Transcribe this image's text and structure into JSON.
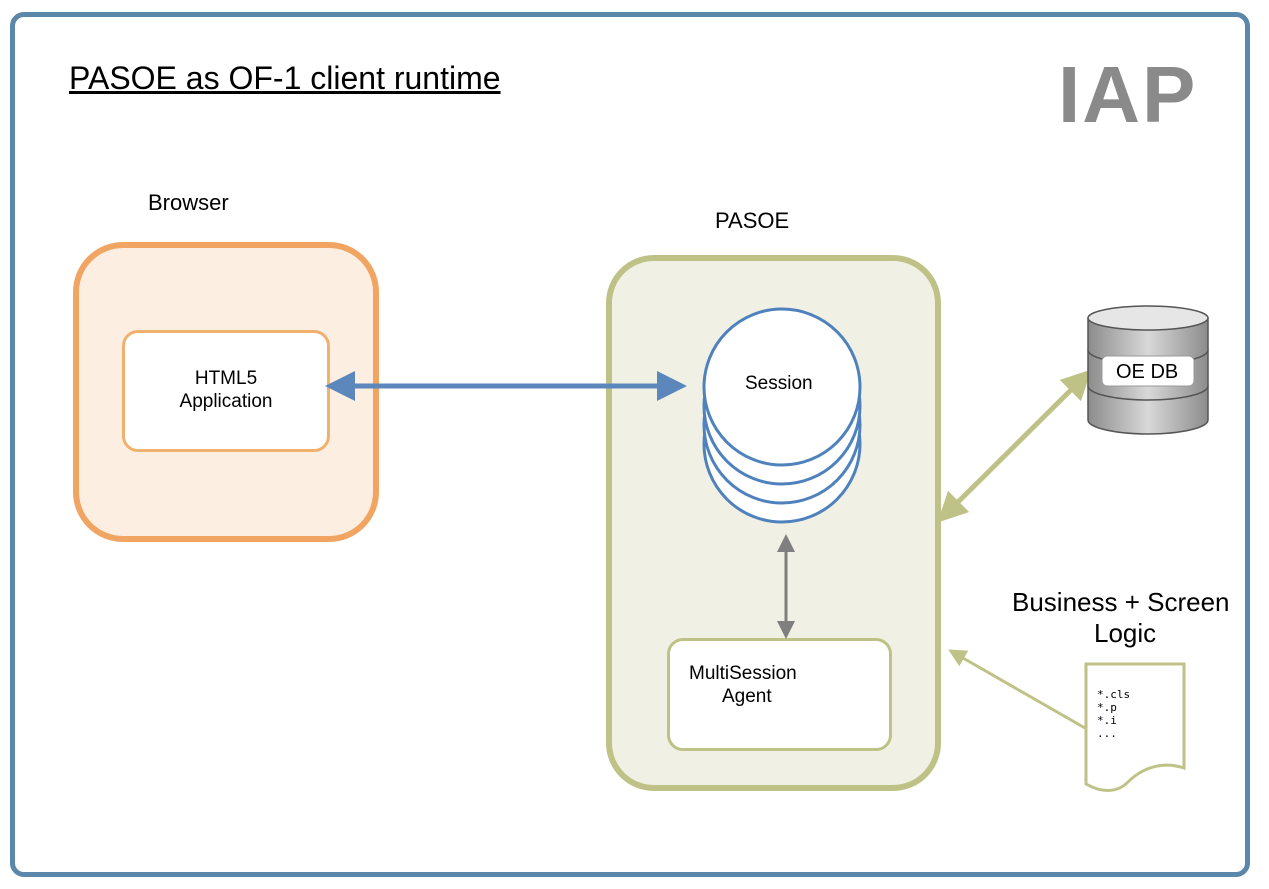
{
  "title": "PASOE as OF-1 client runtime",
  "logo": "IAP",
  "browser": {
    "label": "Browser",
    "app_line1": "HTML5",
    "app_line2": "Application"
  },
  "pasoe": {
    "label": "PASOE",
    "session": "Session",
    "agent_line1": "MultiSession",
    "agent_line2": "Agent"
  },
  "database": {
    "label": "OE DB"
  },
  "logic": {
    "line1": "Business + Screen",
    "line2": "Logic",
    "files": [
      "*.cls",
      "*.p",
      "*.i",
      "..."
    ]
  },
  "colors": {
    "frame": "#5b87ab",
    "browser": "#f0a562",
    "pasoe": "#bfc287",
    "session": "#4f82bd",
    "arrow_gray": "#7f7f7f"
  }
}
